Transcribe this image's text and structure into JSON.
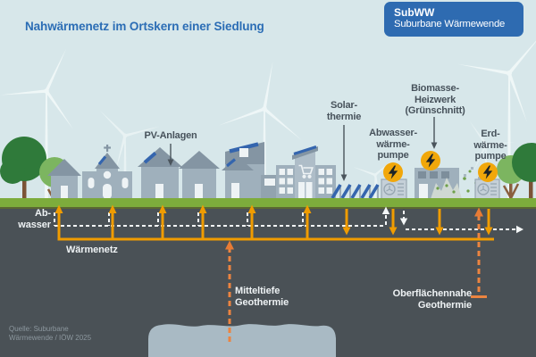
{
  "header": {
    "title": "Nahwärmenetz im Ortskern einer Siedlung",
    "badge": {
      "name": "SubWW",
      "subtitle": "Suburbane Wärmewende"
    }
  },
  "annotations": {
    "pv": "PV-Anlagen",
    "solarthermie": "Solar-\nthermie",
    "biomasse": "Biomasse-\nHeizwerk\n(Grünschnitt)",
    "abwasser_waermepumpe": "Abwasser-\nwärme-\npumpe",
    "erdwaermepumpe": "Erd-\nwärme-\npumpe"
  },
  "underground_labels": {
    "abwasser": "Ab-\nwasser",
    "waermenetz": "Wärmenetz",
    "mitteltiefe_geothermie": "Mitteltiefe\nGeothermie",
    "oberflaechennahe_geothermie": "Oberflächennahe\nGeothermie"
  },
  "source_note": "Quelle: Suburbane\nWärmewende / IÖW 2025",
  "icons": {
    "energy_source": "lightning-bolt"
  },
  "colors": {
    "sky": "#d7e7ea",
    "title_blue": "#2b6db5",
    "badge_blue": "#2e6bb1",
    "ground_green": "#7dac3c",
    "underground_gray": "#4a5156",
    "building_gray": "#9fb0bc",
    "roof_gray": "#8495a3",
    "solar_panel_blue": "#3465ae",
    "network_orange": "#f09c00",
    "borehole_orange": "#ec8440",
    "energy_icon_orange": "#f1a70a",
    "sewage_white": "#f4f7f8",
    "aquifer_gray": "#a9bac4",
    "label_dark": "#47525b"
  }
}
